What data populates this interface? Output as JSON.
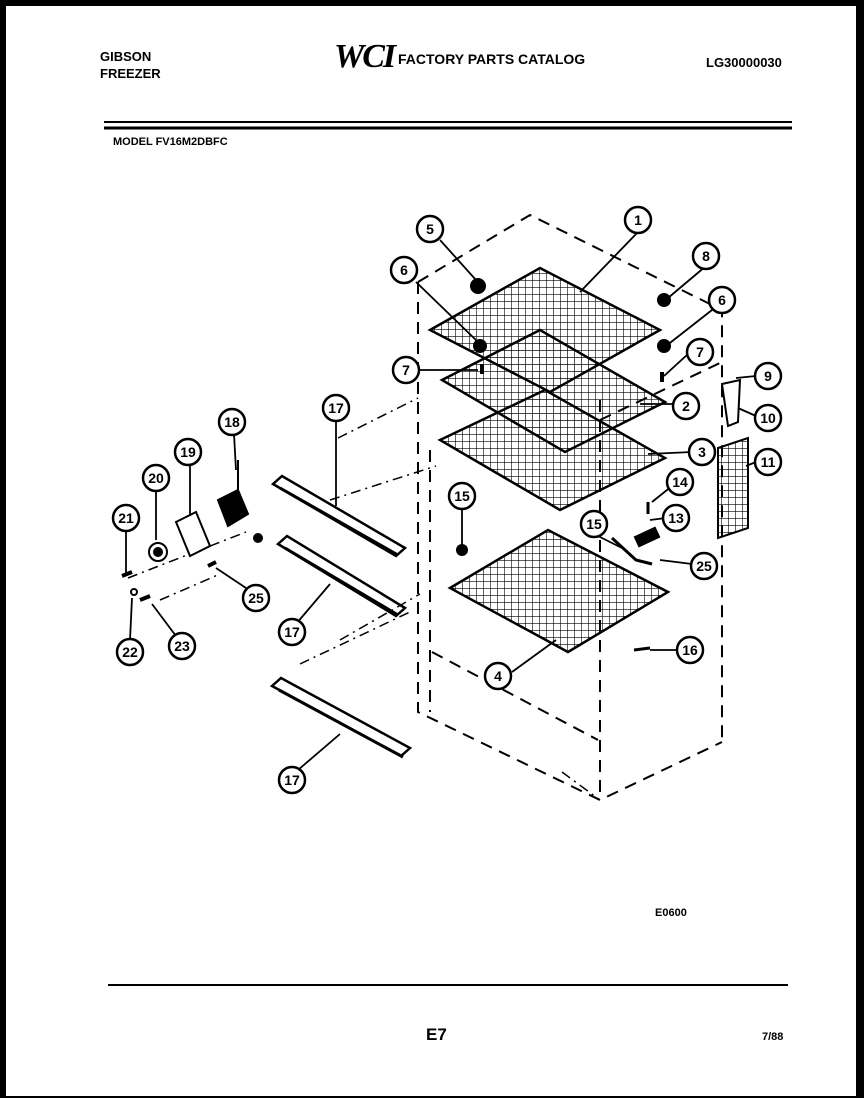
{
  "header": {
    "brand": "GIBSON",
    "product": "FREEZER",
    "logo": "WCI",
    "catalog_title": "FACTORY PARTS CATALOG",
    "doc_number": "LG30000030"
  },
  "model_line": "MODEL FV16M2DBFC",
  "figure_code": "E0600",
  "footer": {
    "page_number": "E7",
    "date": "7/88"
  },
  "callouts": [
    {
      "id": "c1",
      "label": "1"
    },
    {
      "id": "c2",
      "label": "2"
    },
    {
      "id": "c3",
      "label": "3"
    },
    {
      "id": "c4",
      "label": "4"
    },
    {
      "id": "c5",
      "label": "5"
    },
    {
      "id": "c6a",
      "label": "6"
    },
    {
      "id": "c6b",
      "label": "6"
    },
    {
      "id": "c7a",
      "label": "7"
    },
    {
      "id": "c7b",
      "label": "7"
    },
    {
      "id": "c8",
      "label": "8"
    },
    {
      "id": "c9",
      "label": "9"
    },
    {
      "id": "c10",
      "label": "10"
    },
    {
      "id": "c11",
      "label": "11"
    },
    {
      "id": "c13",
      "label": "13"
    },
    {
      "id": "c14",
      "label": "14"
    },
    {
      "id": "c15a",
      "label": "15"
    },
    {
      "id": "c15b",
      "label": "15"
    },
    {
      "id": "c16",
      "label": "16"
    },
    {
      "id": "c17a",
      "label": "17"
    },
    {
      "id": "c17b",
      "label": "17"
    },
    {
      "id": "c17c",
      "label": "17"
    },
    {
      "id": "c18",
      "label": "18"
    },
    {
      "id": "c19",
      "label": "19"
    },
    {
      "id": "c20",
      "label": "20"
    },
    {
      "id": "c21",
      "label": "21"
    },
    {
      "id": "c22",
      "label": "22"
    },
    {
      "id": "c23",
      "label": "23"
    },
    {
      "id": "c25a",
      "label": "25"
    },
    {
      "id": "c25b",
      "label": "25"
    }
  ]
}
